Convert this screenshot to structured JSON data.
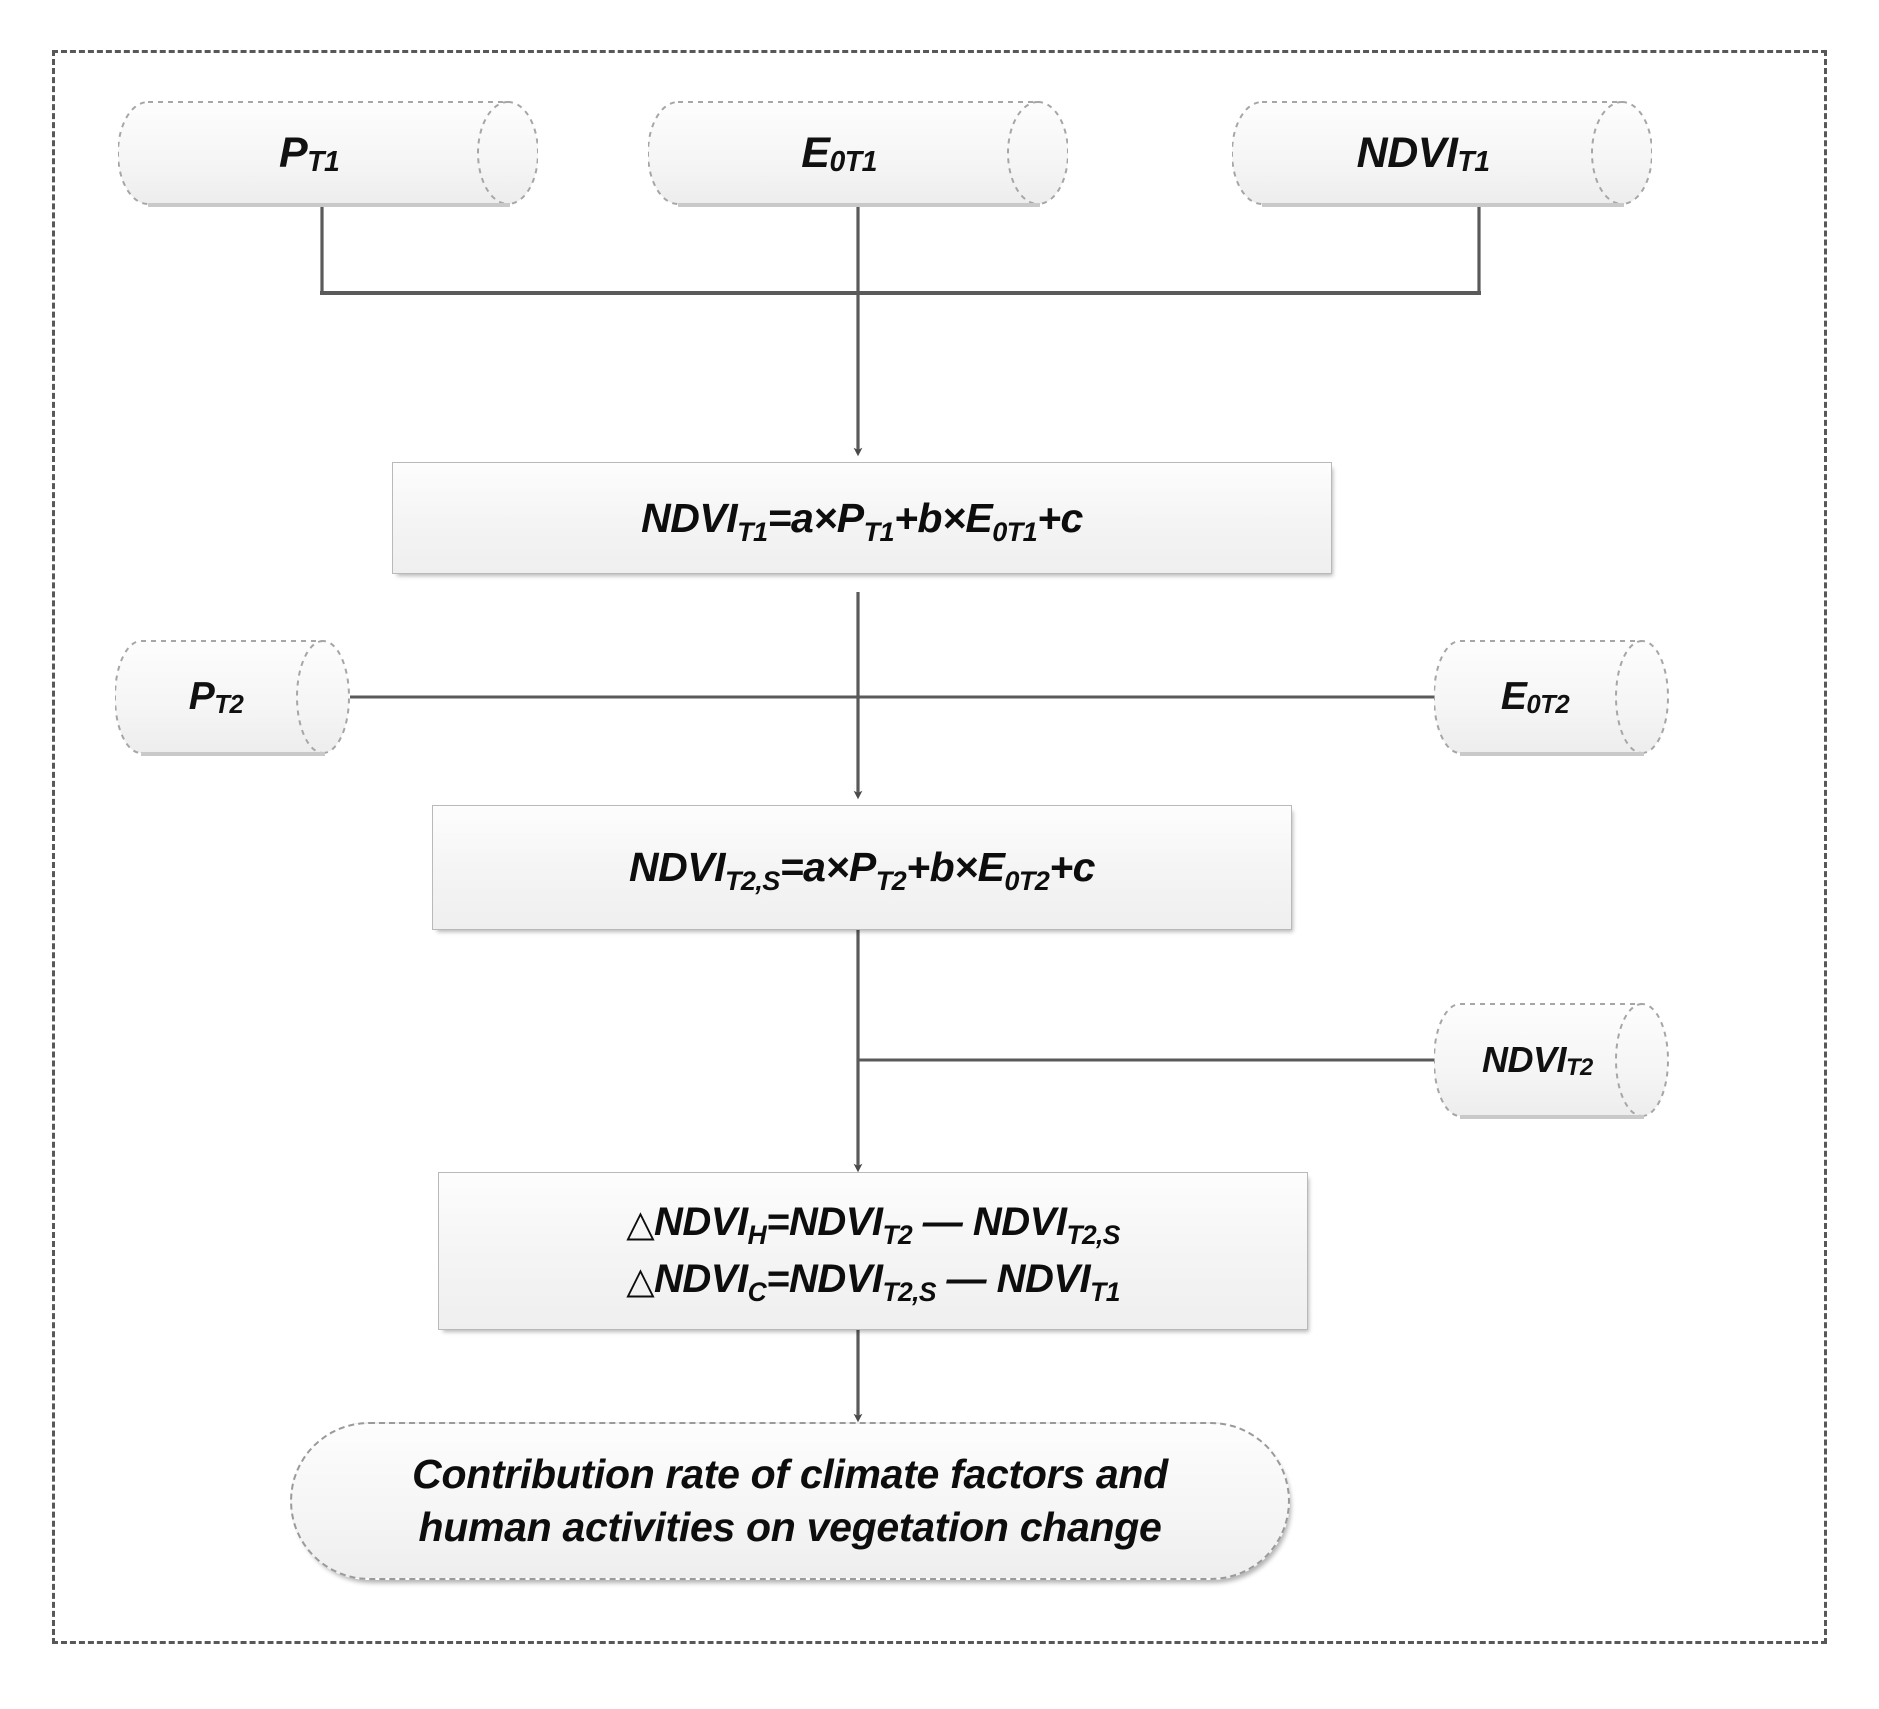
{
  "diagram": {
    "title": "Flowchart: residual-trend attribution of NDVI change",
    "frame_style": "dashed",
    "colors": {
      "frame": "#585858",
      "node_fill": "#f4f4f4",
      "node_border": "#b9b9b9",
      "connector": "#555555",
      "text": "#111111"
    },
    "data_nodes": [
      {
        "id": "p_t1",
        "base": "P",
        "sub": "T1",
        "label": "P_T1"
      },
      {
        "id": "e0_t1",
        "base": "E",
        "sub": "0T1",
        "label": "E_0T1"
      },
      {
        "id": "ndvi_t1",
        "base": "NDVI",
        "sub": "T1",
        "label": "NDVI_T1"
      },
      {
        "id": "p_t2",
        "base": "P",
        "sub": "T2",
        "label": "P_T2"
      },
      {
        "id": "e0_t2",
        "base": "E",
        "sub": "0T2",
        "label": "E_0T2"
      },
      {
        "id": "ndvi_t2",
        "base": "NDVI",
        "sub": "T2",
        "label": "NDVI_T2"
      }
    ],
    "process_nodes": [
      {
        "id": "eq_t1",
        "lines": [
          {
            "plain": "NDVI_T1=a×P_T1+b×E_0T1+c",
            "parts": [
              {
                "t": "NDVI",
                "s": "T1"
              },
              {
                "t": "=a×"
              },
              {
                "t": "P",
                "s": "T1"
              },
              {
                "t": "+b×"
              },
              {
                "t": "E",
                "s": "0T1"
              },
              {
                "t": "+c"
              }
            ]
          }
        ]
      },
      {
        "id": "eq_t2s",
        "lines": [
          {
            "plain": "NDVI_T2,S=a×P_T2+b×E_0T2+c",
            "parts": [
              {
                "t": "NDVI",
                "s": "T2,S"
              },
              {
                "t": "=a×"
              },
              {
                "t": "P",
                "s": "T2"
              },
              {
                "t": "+b×"
              },
              {
                "t": "E",
                "s": "0T2"
              },
              {
                "t": "+c"
              }
            ]
          }
        ]
      },
      {
        "id": "eq_delta",
        "lines": [
          {
            "plain": "△NDVI_H=NDVI_T2 — NDVI_T2,S",
            "parts": [
              {
                "t": "△",
                "tri": true
              },
              {
                "t": "NDVI",
                "s": "H"
              },
              {
                "t": "="
              },
              {
                "t": "NDVI",
                "s": "T2"
              },
              {
                "t": " — "
              },
              {
                "t": "NDVI",
                "s": "T2,S"
              }
            ]
          },
          {
            "plain": "△NDVI_C=NDVI_T2,S — NDVI_T1",
            "parts": [
              {
                "t": "△",
                "tri": true
              },
              {
                "t": "NDVI",
                "s": "C"
              },
              {
                "t": "="
              },
              {
                "t": "NDVI",
                "s": "T2,S"
              },
              {
                "t": " — "
              },
              {
                "t": "NDVI",
                "s": "T1"
              }
            ]
          }
        ]
      }
    ],
    "terminator": {
      "id": "result",
      "line1": "Contribution rate of climate factors and",
      "line2": "human activities on vegetation change"
    },
    "connectors": [
      {
        "from": "p_t1",
        "to": "eq_t1",
        "type": "elbow-down",
        "arrow": false
      },
      {
        "from": "ndvi_t1",
        "to": "eq_t1",
        "type": "elbow-down",
        "arrow": false
      },
      {
        "from": "e0_t1",
        "to": "eq_t1",
        "type": "straight",
        "arrow": true
      },
      {
        "from": "eq_t1",
        "to": "eq_t2s",
        "type": "straight",
        "arrow": true
      },
      {
        "from": "p_t2",
        "to": "eq_t2s",
        "type": "horizontal",
        "arrow": false
      },
      {
        "from": "e0_t2",
        "to": "eq_t2s",
        "type": "horizontal",
        "arrow": false
      },
      {
        "from": "eq_t2s",
        "to": "eq_delta",
        "type": "straight",
        "arrow": true
      },
      {
        "from": "ndvi_t2",
        "to": "eq_delta",
        "type": "horizontal",
        "arrow": false
      },
      {
        "from": "eq_delta",
        "to": "result",
        "type": "straight",
        "arrow": true
      }
    ]
  }
}
